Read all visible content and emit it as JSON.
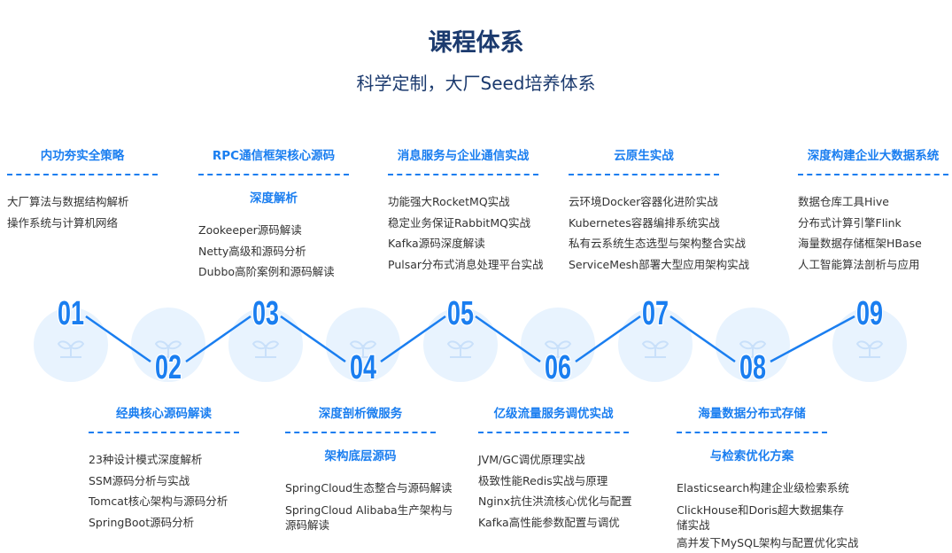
{
  "header": {
    "title": "课程体系",
    "subtitle": "科学定制，大厂Seed培养体系"
  },
  "accent": "#1a7ef0",
  "steps": [
    "01",
    "02",
    "03",
    "04",
    "05",
    "06",
    "07",
    "08",
    "09"
  ],
  "top": [
    {
      "title": "内功夯实全策略",
      "items": [
        "大厂算法与数据结构解析",
        "操作系统与计算机网络"
      ]
    },
    {
      "title": "RPC通信框架核心源码",
      "subtitle": "深度解析",
      "items": [
        "Zookeeper源码解读",
        "Netty高级和源码分析",
        "Dubbo高阶案例和源码解读"
      ]
    },
    {
      "title": "消息服务与企业通信实战",
      "items": [
        "功能强大RocketMQ实战",
        "稳定业务保证RabbitMQ实战",
        "Kafka源码深度解读",
        "Pulsar分布式消息处理平台实战"
      ]
    },
    {
      "title": "云原生实战",
      "items": [
        "云环境Docker容器化进阶实战",
        "Kubernetes容器编排系统实战",
        "私有云系统生态选型与架构整合实战",
        "ServiceMesh部署大型应用架构实战"
      ]
    },
    {
      "title": "深度构建企业大数据系统",
      "items": [
        "数据仓库工具Hive",
        "分布式计算引擎Flink",
        "海量数据存储框架HBase",
        "人工智能算法剖析与应用"
      ]
    }
  ],
  "bottom": [
    {
      "title": "经典核心源码解读",
      "items": [
        "23种设计模式深度解析",
        "SSM源码分析与实战",
        "Tomcat核心架构与源码分析",
        "SpringBoot源码分析"
      ]
    },
    {
      "title": "深度剖析微服务",
      "subtitle": "架构底层源码",
      "items": [
        "SpringCloud生态整合与源码解读",
        "SpringCloud Alibaba生产架构与源码解读"
      ]
    },
    {
      "title": "亿级流量服务调优实战",
      "items": [
        "JVM/GC调优原理实战",
        "极致性能Redis实战与原理",
        "Nginx抗住洪流核心优化与配置",
        "Kafka高性能参数配置与调优"
      ]
    },
    {
      "title": "海量数据分布式存储",
      "subtitle": "与检索优化方案",
      "items": [
        "Elasticsearch构建企业级检索系统",
        "ClickHouse和Doris超大数据集存储实战",
        "高并发下MySQL架构与配置优化实战"
      ]
    }
  ]
}
